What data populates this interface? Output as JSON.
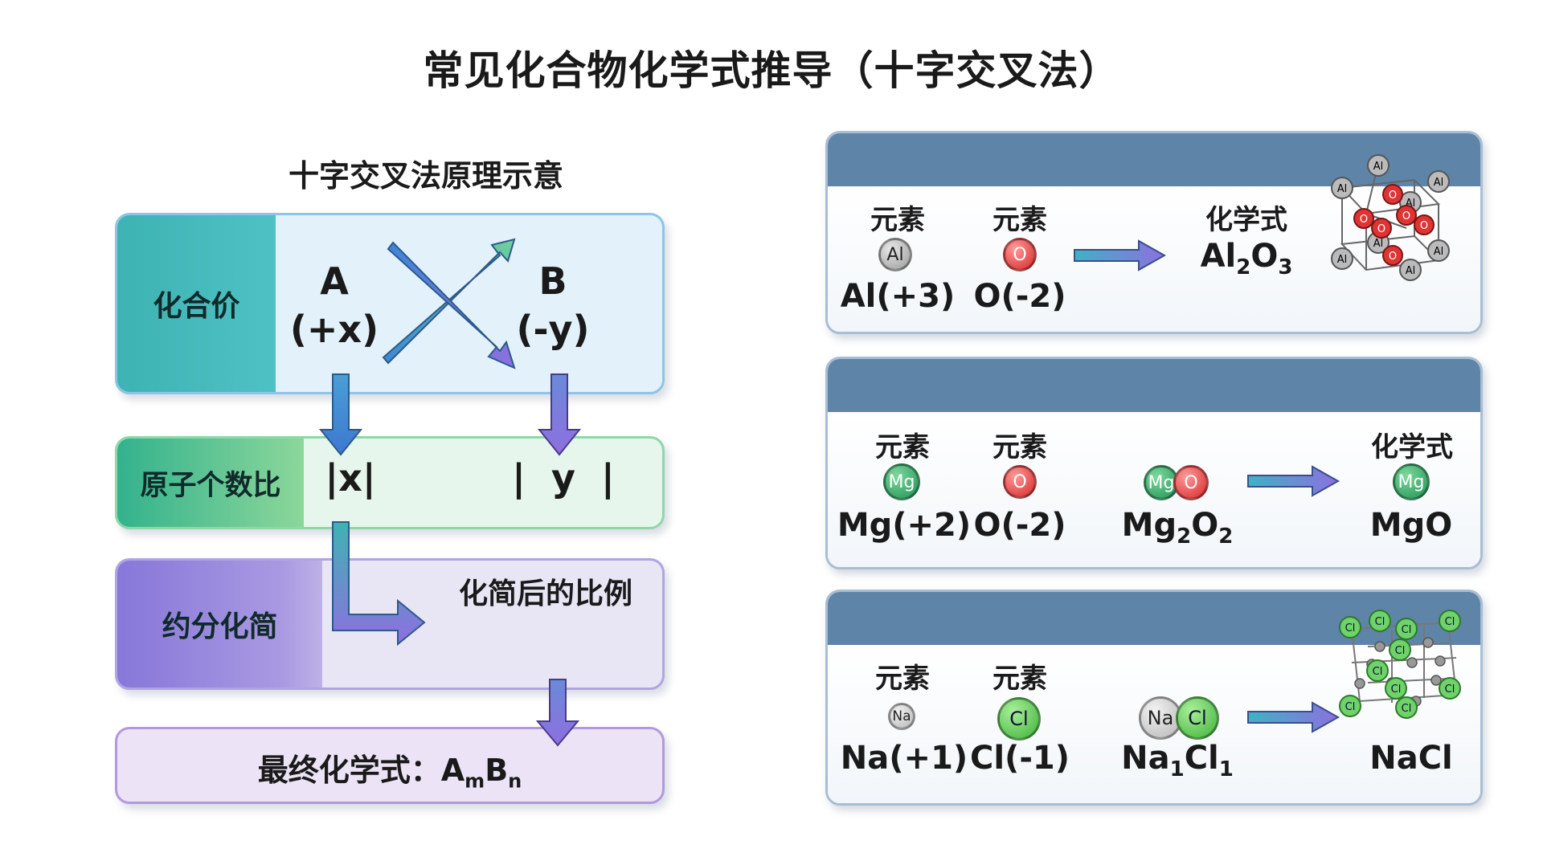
{
  "title": "常见化合物化学式推导（十字交叉法）",
  "principle": {
    "subtitle": "十字交叉法原理示意",
    "valence_label": "化合价",
    "element_a": "A",
    "valence_a": "(+x)",
    "element_b": "B",
    "valence_b": "(-y)",
    "ratio_label": "原子个数比",
    "ratio_a": "|x|",
    "ratio_b": "|  y  |",
    "reduce_label": "约分化简",
    "reduce_result": "化简后的比例",
    "final_prefix": "最终化学式：",
    "final_a": "A",
    "final_m": "m",
    "final_b": "B",
    "final_n": "n"
  },
  "examples": [
    {
      "element_label_1": "元素",
      "element_label_2": "元素",
      "atom_1": "Al",
      "atom_2": "O",
      "valence_1": "Al(+3)",
      "valence_2": "O(-2)",
      "result_label": "化学式",
      "formula_a": "Al",
      "formula_a_sub": "2",
      "formula_b": "O",
      "formula_b_sub": "3",
      "lattice_atoms": [
        "Al",
        "O"
      ]
    },
    {
      "element_label_1": "元素",
      "element_label_2": "元素",
      "atom_1": "Mg",
      "atom_2": "O",
      "valence_1": "Mg(+2)",
      "valence_2": "O(-2)",
      "intermediate_a": "Mg",
      "intermediate_a_sub": "2",
      "intermediate_b": "O",
      "intermediate_b_sub": "2",
      "result_label": "化学式",
      "result_atom": "Mg",
      "formula": "MgO"
    },
    {
      "element_label_1": "元素",
      "element_label_2": "元素",
      "atom_1": "Na",
      "atom_2": "Cl",
      "valence_1": "Na(+1)",
      "valence_2": "Cl(-1)",
      "intermediate_a": "Na",
      "intermediate_a_sub": "1",
      "intermediate_b": "Cl",
      "intermediate_b_sub": "1",
      "formula": "NaCl",
      "lattice_atoms": [
        "Cl"
      ]
    }
  ],
  "colors": {
    "card_header": "#5e84a8",
    "valence_teal": "#3eb3b3",
    "ratio_green": "#33b28d",
    "reduce_purple": "#8777d9",
    "arrow_blue": "#4a90d9",
    "arrow_purple": "#8a6fe0",
    "oxygen_red": "#d62828",
    "magnesium_green": "#1f9254",
    "chlorine_green": "#3fb23a"
  },
  "icons": [
    "cross-arrow-icon",
    "down-arrow-icon",
    "right-arrow-icon",
    "atom-icon",
    "crystal-lattice-icon"
  ]
}
